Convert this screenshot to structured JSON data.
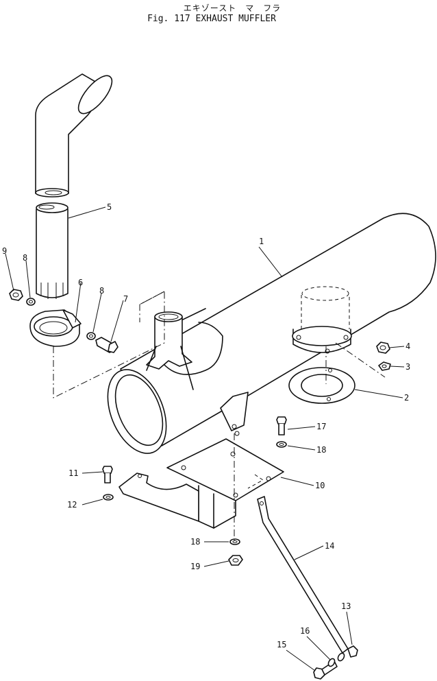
{
  "title": {
    "japanese": "エキゾースト　マ　フラ",
    "english": "Fig. 117 EXHAUST MUFFLER"
  },
  "callouts": [
    "1",
    "2",
    "3",
    "4",
    "5",
    "6",
    "7",
    "8",
    "8",
    "9",
    "10",
    "11",
    "12",
    "13",
    "14",
    "15",
    "16",
    "17",
    "18",
    "18",
    "19"
  ]
}
